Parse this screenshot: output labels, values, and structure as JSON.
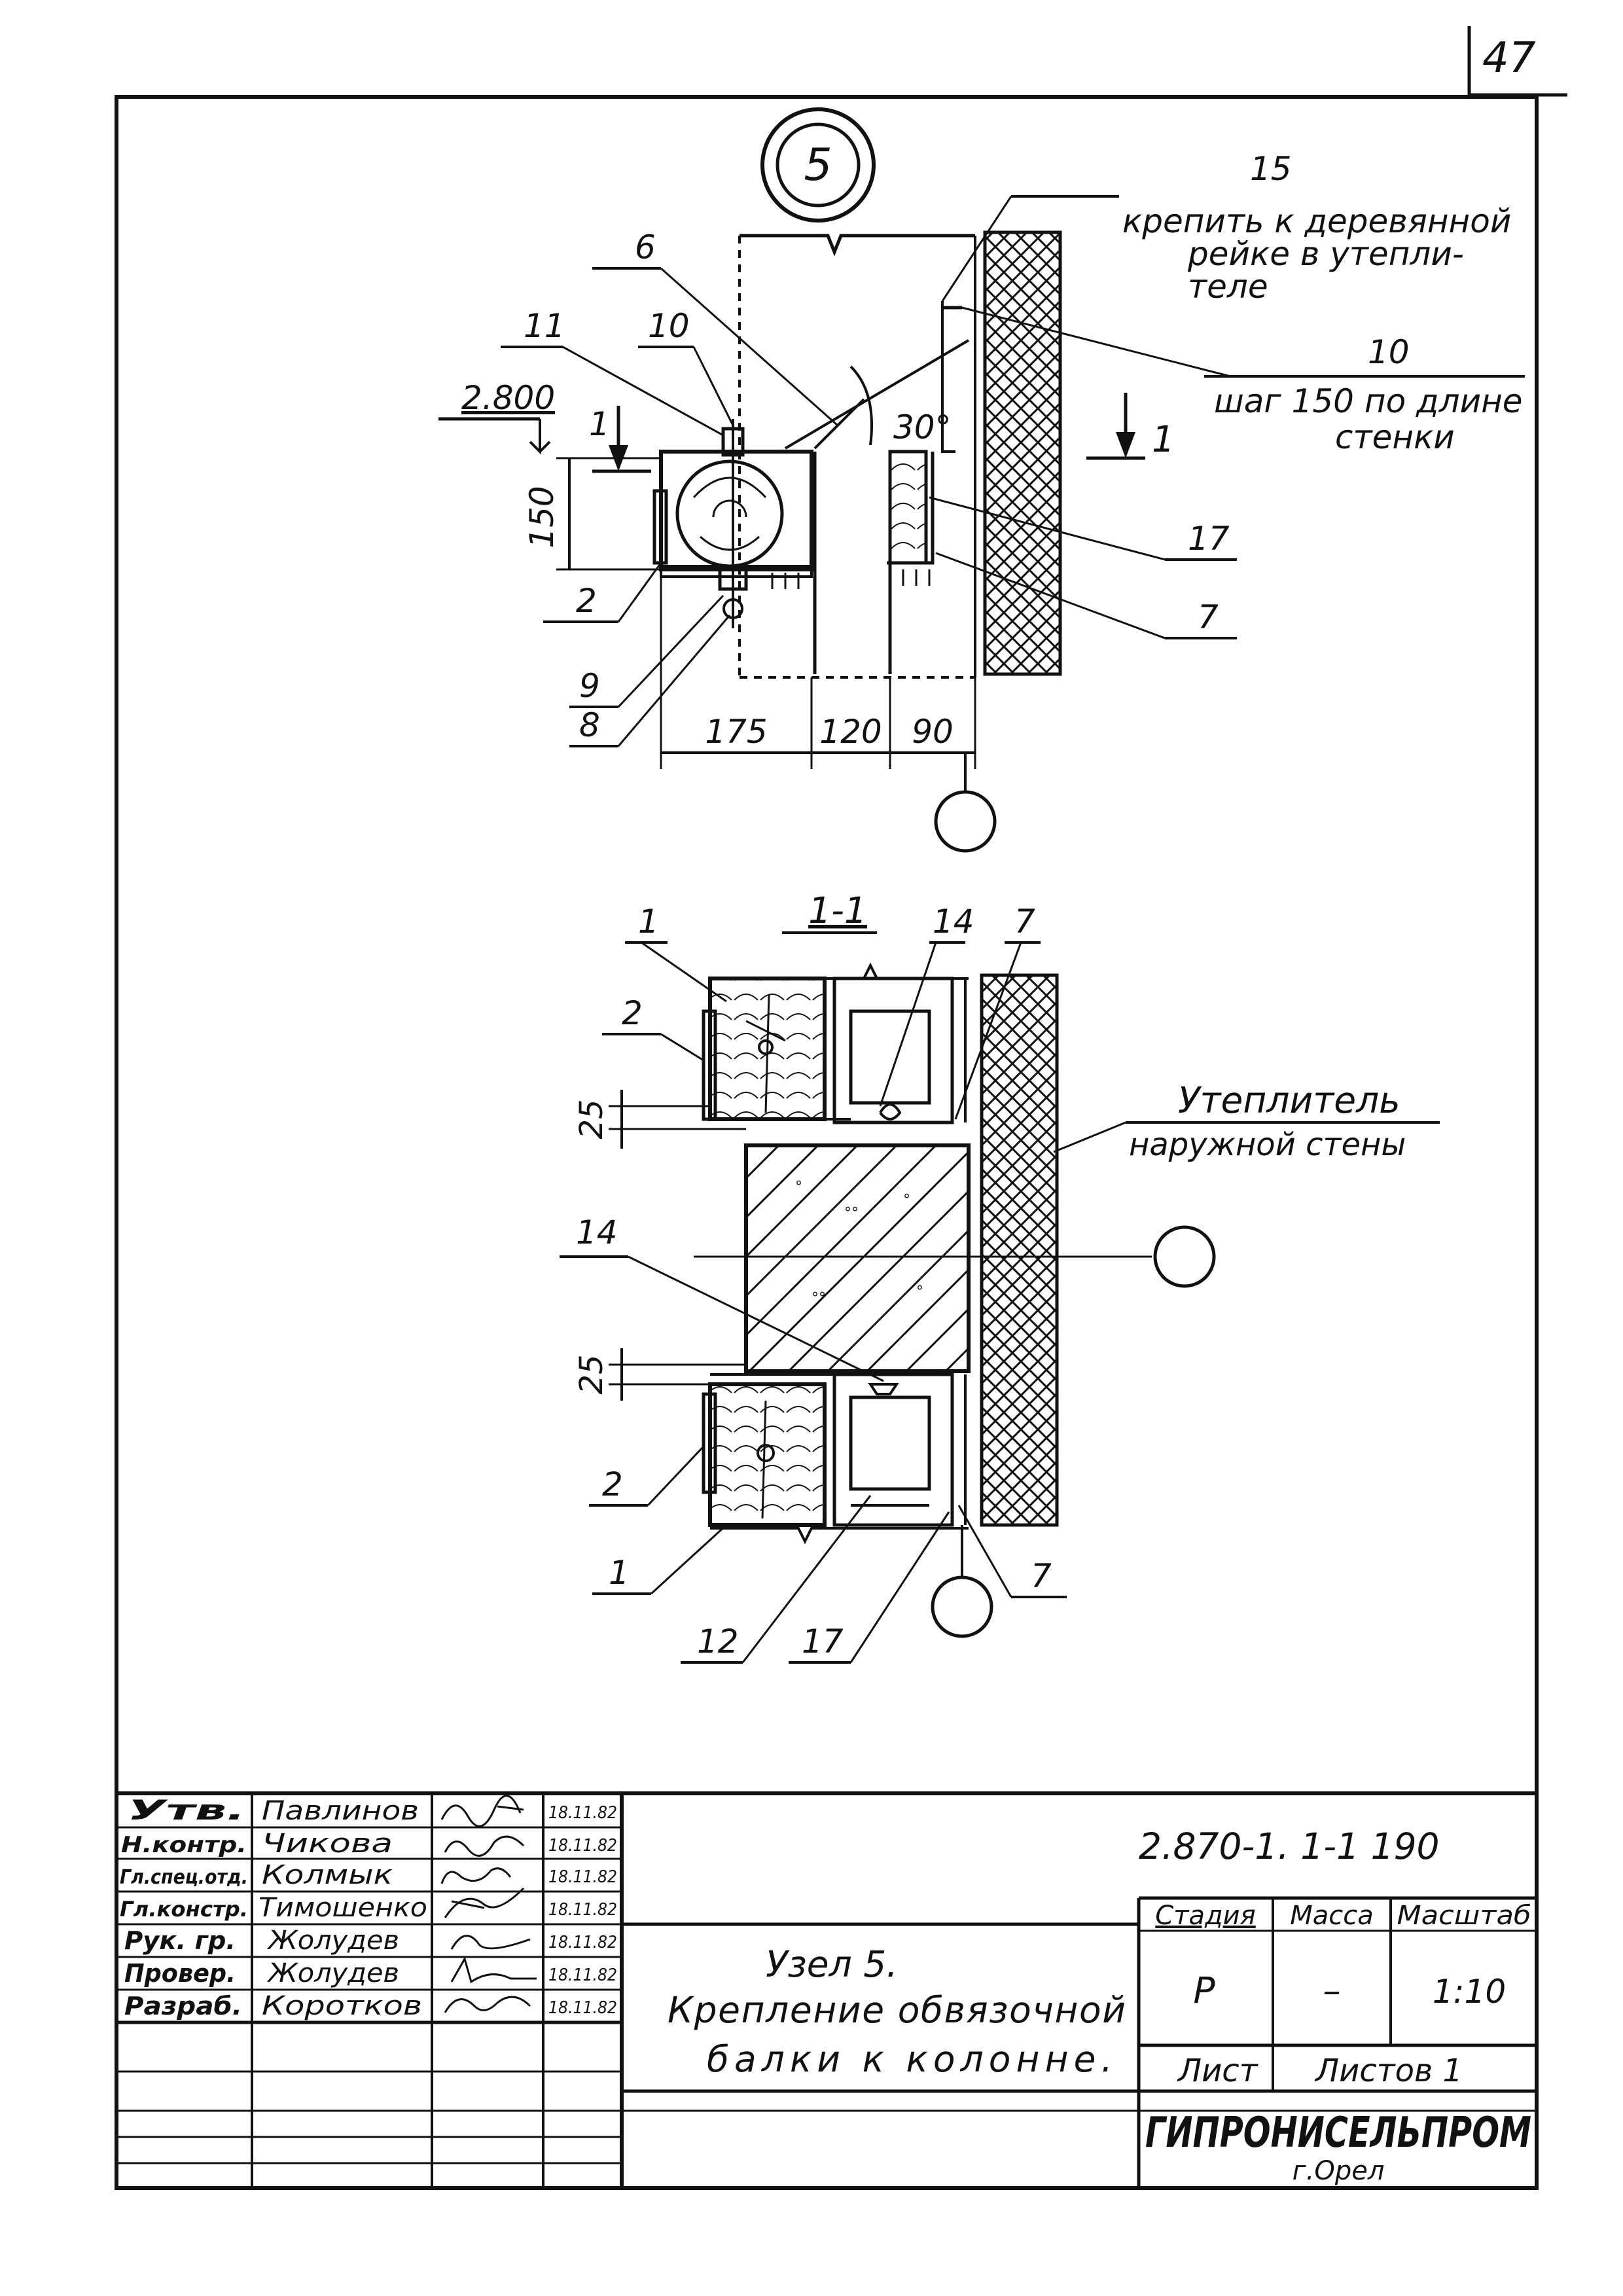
{
  "sheet": {
    "page_number": "47"
  },
  "node_marker": "5",
  "detail_top": {
    "note_15": {
      "num": "15",
      "lines": [
        "крепить к деревянной",
        "рейке в утепли-",
        "теле"
      ]
    },
    "note_10": {
      "num": "10",
      "lines": [
        "шаг 150 по длине",
        "стенки"
      ]
    },
    "elevation": "2.800",
    "angle": "30°",
    "dim_height": "150",
    "dims_bottom": [
      "175",
      "120",
      "90"
    ],
    "section_mark": "1",
    "callouts": {
      "c6": "6",
      "c11": "11",
      "c10": "10",
      "c2": "2",
      "c9": "9",
      "c8": "8",
      "c17": "17",
      "c7": "7"
    }
  },
  "detail_section": {
    "title": "1-1",
    "insulation_label": [
      "Утеплитель",
      "наружной стены"
    ],
    "dim_25_top": "25",
    "dim_25_bottom": "25",
    "callouts": {
      "c1_top": "1",
      "c14_top": "14",
      "c7_top": "7",
      "c2_top": "2",
      "c14_mid": "14",
      "c2_bot": "2",
      "c1_bot": "1",
      "c12": "12",
      "c17": "17",
      "c7_bot": "7"
    }
  },
  "title_block": {
    "signatures": [
      {
        "role": "Утв.",
        "name": "Павлинов",
        "date": "18.11.82"
      },
      {
        "role": "Н.контр.",
        "name": "Чикова",
        "date": "18.11.82"
      },
      {
        "role": "Гл.спец.отд.",
        "name": "Колмык",
        "date": "18.11.82"
      },
      {
        "role": "Гл.констр.",
        "name": "Тимошенко",
        "date": "18.11.82"
      },
      {
        "role": "Рук. гр.",
        "name": "Жолудев",
        "date": "18.11.82"
      },
      {
        "role": "Провер.",
        "name": "Жолудев",
        "date": "18.11.82"
      },
      {
        "role": "Разраб.",
        "name": "Коротков",
        "date": "18.11.82"
      }
    ],
    "document_code": "2.870-1. 1-1 190",
    "drawing_title": [
      "Узел 5.",
      "Крепление обвязочной",
      "балки к колонне."
    ],
    "stage_header": "Стадия",
    "mass_header": "Масса",
    "scale_header": "Масштаб",
    "stage_value": "Р",
    "mass_value": "–",
    "scale_value": "1:10",
    "sheet_label": "Лист",
    "sheets_label": "Листов 1",
    "organization": "ГИПРОНИСЕЛЬПРОМ",
    "city": "г.Орел"
  }
}
